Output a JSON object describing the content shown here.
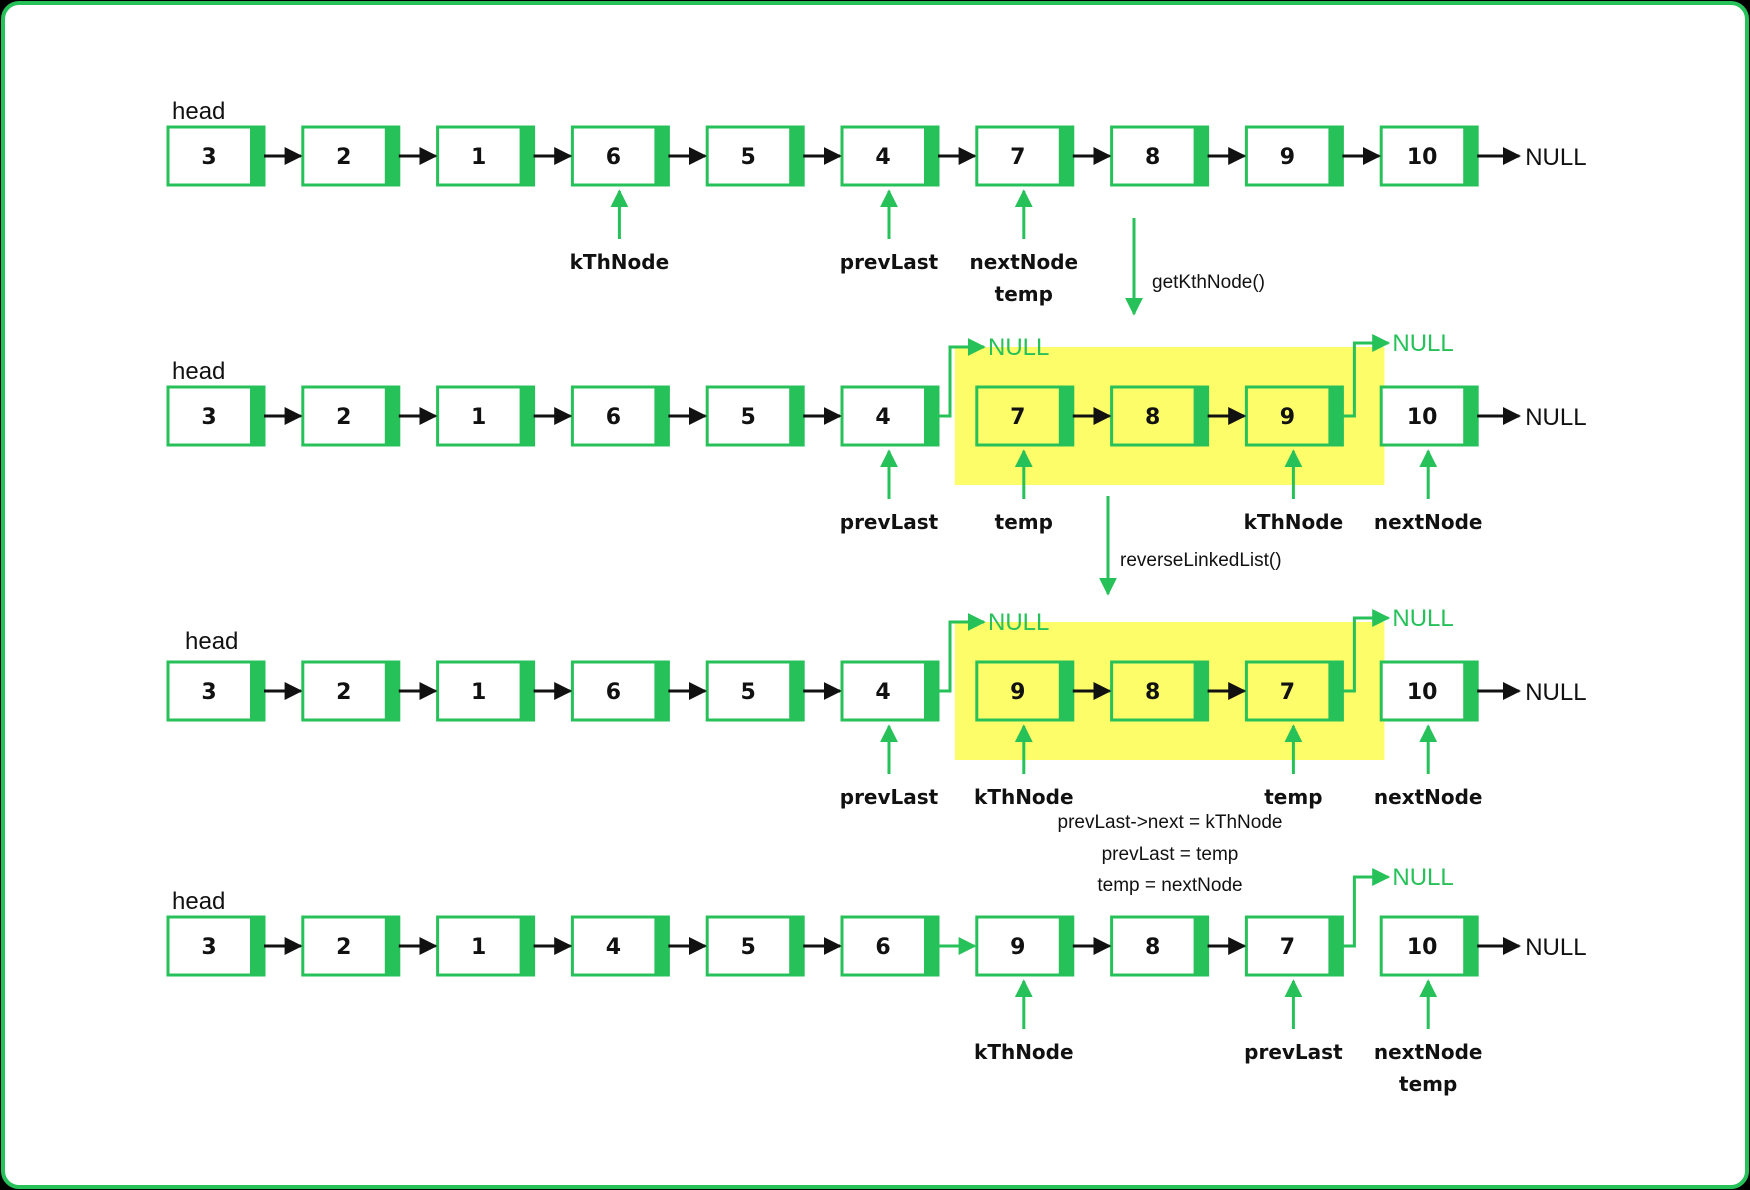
{
  "colors": {
    "green": "#27c15a",
    "highlight": "#fdfd6a",
    "black": "#111111",
    "background": "#ffffff"
  },
  "rows": [
    {
      "head_label": "head",
      "nodes": [
        "3",
        "2",
        "1",
        "6",
        "5",
        "4",
        "7",
        "8",
        "9",
        "10"
      ],
      "tail_null": "NULL",
      "pointers": [
        {
          "node_index": 3,
          "lines": [
            "kThNode"
          ]
        },
        {
          "node_index": 5,
          "lines": [
            "prevLast"
          ]
        },
        {
          "node_index": 6,
          "lines": [
            "nextNode",
            "temp"
          ]
        }
      ]
    },
    {
      "head_label": "head",
      "nodes": [
        "3",
        "2",
        "1",
        "6",
        "5",
        "4",
        "7",
        "8",
        "9",
        "10"
      ],
      "tail_null": "NULL",
      "highlight_nodes": [
        6,
        7,
        8
      ],
      "branch_nulls": [
        {
          "from_node": 5,
          "label": "NULL"
        },
        {
          "from_node": 8,
          "label": "NULL"
        }
      ],
      "pointers": [
        {
          "node_index": 5,
          "lines": [
            "prevLast"
          ]
        },
        {
          "node_index": 6,
          "lines": [
            "temp"
          ]
        },
        {
          "node_index": 8,
          "lines": [
            "kThNode"
          ]
        },
        {
          "node_index": 9,
          "lines": [
            "nextNode"
          ]
        }
      ]
    },
    {
      "head_label": "head",
      "nodes": [
        "3",
        "2",
        "1",
        "6",
        "5",
        "4",
        "9",
        "8",
        "7",
        "10"
      ],
      "tail_null": "NULL",
      "highlight_nodes": [
        6,
        7,
        8
      ],
      "branch_nulls": [
        {
          "from_node": 5,
          "label": "NULL"
        },
        {
          "from_node": 8,
          "label": "NULL"
        }
      ],
      "pointers": [
        {
          "node_index": 5,
          "lines": [
            "prevLast"
          ]
        },
        {
          "node_index": 6,
          "lines": [
            "kThNode"
          ]
        },
        {
          "node_index": 8,
          "lines": [
            "temp"
          ]
        },
        {
          "node_index": 9,
          "lines": [
            "nextNode"
          ]
        }
      ]
    },
    {
      "head_label": "head",
      "nodes": [
        "3",
        "2",
        "1",
        "4",
        "5",
        "6",
        "9",
        "8",
        "7",
        "10"
      ],
      "tail_null": "NULL",
      "green_link_after": 5,
      "branch_nulls": [
        {
          "from_node": 8,
          "label": "NULL"
        }
      ],
      "pointers": [
        {
          "node_index": 6,
          "lines": [
            "kThNode"
          ]
        },
        {
          "node_index": 8,
          "lines": [
            "prevLast"
          ]
        },
        {
          "node_index": 9,
          "lines": [
            "nextNode",
            "temp"
          ]
        }
      ]
    }
  ],
  "operations": {
    "step1": "getKthNode()",
    "step2": "reverseLinkedList()",
    "step3_lines": [
      "prevLast->next = kThNode",
      "prevLast = temp",
      "temp = nextNode"
    ]
  }
}
